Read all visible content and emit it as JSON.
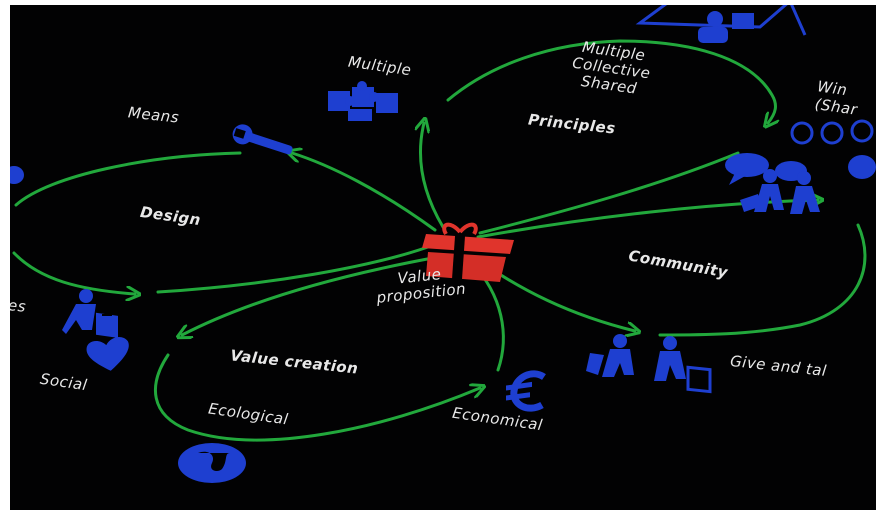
{
  "diagram": {
    "center": {
      "label": "Value proposition",
      "line1": "Value",
      "line2": "proposition",
      "icon": "gift-icon"
    },
    "loops": {
      "design": "Design",
      "principles": "Principles",
      "community": "Community",
      "value_creation": "Value creation"
    },
    "labels": {
      "means": "Means",
      "multiple": "Multiple",
      "mcs_1": "Multiple",
      "mcs_2": "Collective",
      "mcs_3": "Shared",
      "win_1": "Win",
      "win_2": "(Shar",
      "es_partial": "es",
      "social": "Social",
      "ecological": "Ecological",
      "economical": "Economical",
      "give_and_take": "Give and tal"
    },
    "icons": [
      "wrench-icon",
      "puzzle-icon",
      "smiley-faces-icon",
      "speech-bubbles-icon",
      "people-walking-icon",
      "person-with-document-icon",
      "heart-icon",
      "globe-icon",
      "euro-icon",
      "people-exchange-icon",
      "presentation-icon"
    ]
  },
  "colors": {
    "background": "#020203",
    "arrow": "#22a83c",
    "icon_blue": "#1e3fd0",
    "gift": "#e0342c",
    "text": "#e8e8e8"
  }
}
